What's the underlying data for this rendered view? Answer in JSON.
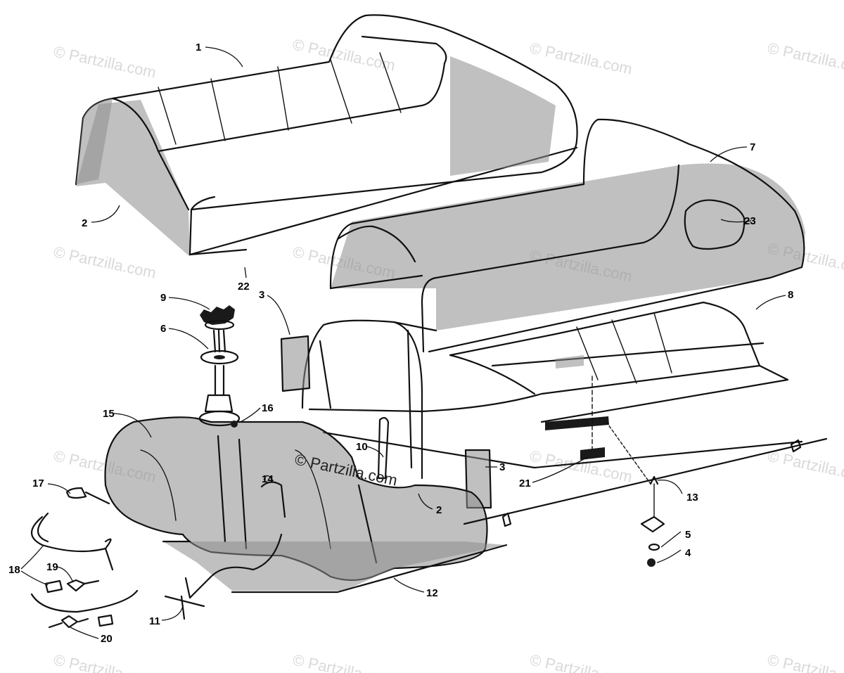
{
  "watermark": {
    "text": "© Partzilla.com",
    "center_text": "© Partzilla.com"
  },
  "callouts": {
    "c1": "1",
    "c2a": "2",
    "c2b": "2",
    "c3a": "3",
    "c3b": "3",
    "c4": "4",
    "c5": "5",
    "c6": "6",
    "c7": "7",
    "c8": "8",
    "c9": "9",
    "c10": "10",
    "c11": "11",
    "c12": "12",
    "c13": "13",
    "c14": "14",
    "c15": "15",
    "c16": "16",
    "c17": "17",
    "c18": "18",
    "c19": "19",
    "c20": "20",
    "c21": "21",
    "c22": "22",
    "c23": "23"
  }
}
